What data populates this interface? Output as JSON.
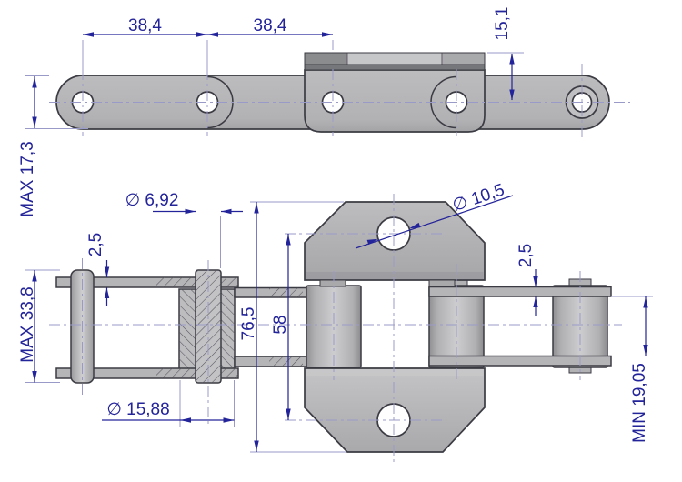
{
  "dimensions": {
    "pitch_left": "38,4",
    "pitch_right": "38,4",
    "tab_height": "15,1",
    "plate_height": "MAX 17,3",
    "pin_diameter": "∅ 6,92",
    "attachment_hole_diameter": "∅ 10,5",
    "plate_thickness_left": "2,5",
    "plate_thickness_right": "2,5",
    "overall_height": "76,5",
    "hole_spacing": "58",
    "pin_length": "MAX 33,8",
    "roller_diameter": "∅ 15,88",
    "inner_width": "MIN 19,05"
  },
  "colors": {
    "background": "#ffffff",
    "steel": "#b5b5b7",
    "outline": "#3b3b43",
    "dimension_primary": "#23239a",
    "dimension_secondary": "#9a9ac8"
  }
}
